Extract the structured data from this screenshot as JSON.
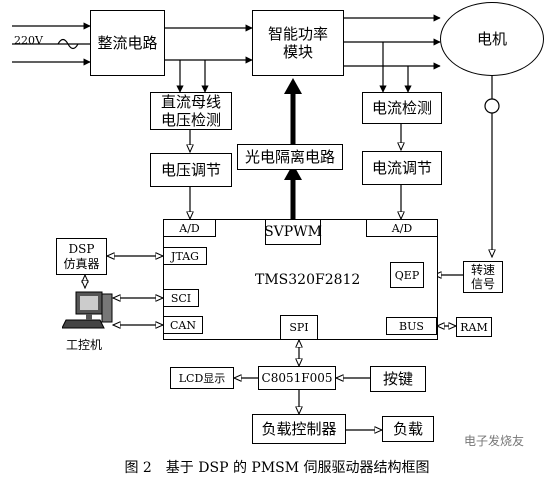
{
  "input_voltage": "220V",
  "blocks": {
    "rectifier": "整流电路",
    "ipm_line1": "智能功率",
    "ipm_line2": "模块",
    "motor": "电机",
    "dc_bus_line1": "直流母线",
    "dc_bus_line2": "电压检测",
    "current_detect": "电流检测",
    "opto_isolation": "光电隔离电路",
    "voltage_regulation": "电压调节",
    "current_regulation": "电流调节",
    "dsp_emulator_line1": "DSP",
    "dsp_emulator_line2": "仿真器",
    "pc": "工控机",
    "speed_signal_line1": "转速",
    "speed_signal_line2": "信号",
    "ram": "RAM",
    "lcd": "LCD显示",
    "mcu": "C8051F005",
    "keys": "按键",
    "load_controller": "负载控制器",
    "load": "负载"
  },
  "dsp": {
    "chip": "TMS320F2812",
    "svpwm": "SVPWM",
    "ports": {
      "ad_left": "A/D",
      "ad_right": "A/D",
      "jtag": "JTAG",
      "sci": "SCI",
      "can": "CAN",
      "spi": "SPI",
      "qep": "QEP",
      "bus": "BUS"
    }
  },
  "caption": "图 2　基于 DSP 的 PMSM 伺服驱动器结构框图",
  "watermark": "电子发烧友"
}
